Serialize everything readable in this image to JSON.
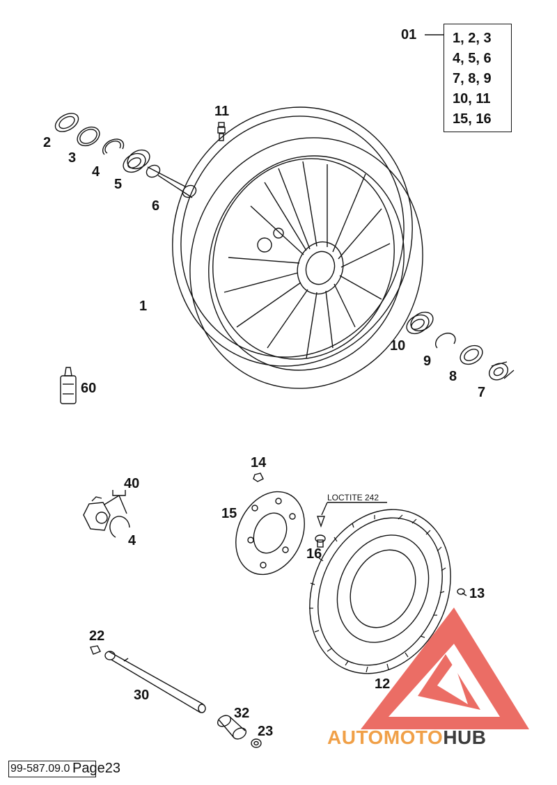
{
  "kit": {
    "number": "01",
    "rows": [
      "1, 2, 3",
      "4, 5, 6",
      "7, 8, 9",
      "10, 11",
      "15, 16"
    ]
  },
  "callouts": {
    "c1": "1",
    "c2": "2",
    "c3": "3",
    "c4": "4",
    "c5": "5",
    "c6": "6",
    "c7": "7",
    "c8": "8",
    "c9": "9",
    "c10": "10",
    "c11": "11",
    "c12": "12",
    "c13": "13",
    "c14": "14",
    "c15": "15",
    "c16": "16",
    "c22": "22",
    "c23": "23",
    "c30": "30",
    "c32": "32",
    "c40": "40",
    "c4b": "4",
    "c60": "60"
  },
  "note": "LOCTITE 242",
  "footer": {
    "code": "99-587.09.0",
    "page": "Page23"
  },
  "watermark": {
    "part1": "AUTOMOTO",
    "part2": "HUB",
    "color_primary": "#e8534a",
    "color_secondary": "#3c3c3c"
  }
}
